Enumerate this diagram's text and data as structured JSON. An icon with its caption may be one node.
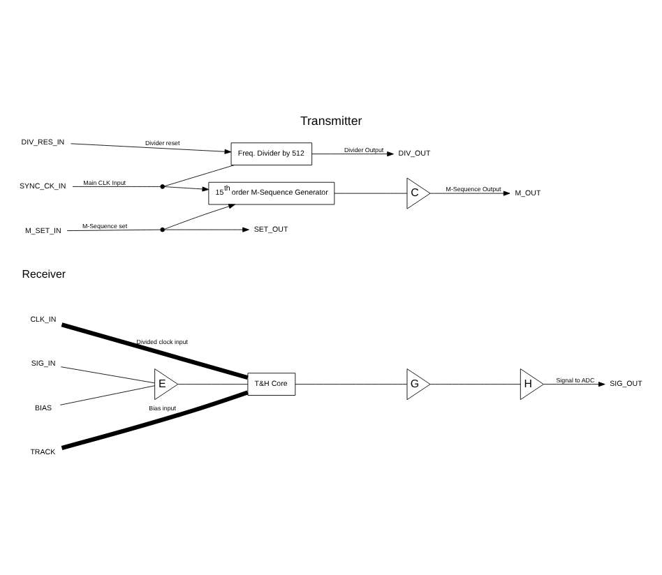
{
  "diagram": {
    "title": "Transmitter",
    "nodes": [
      {
        "text": [
          "DIV_RES_IN"
        ]
      },
      {
        "text": [
          "SYNC_CK_IN"
        ]
      },
      {
        "text": [
          "Freq. Divider by 512"
        ]
      },
      {
        "text": [
          "DIV_OUT"
        ]
      },
      {
        "text": [],
        "shape": "circle"
      },
      {
        "text": [
          "M_SET_IN"
        ]
      },
      {
        "text": [],
        "shape": "circle"
      },
      {
        "text": [
          "SET_OUT"
        ]
      },
      {
        "text": [
          "15$^{th}$ order M-Sequence Generator"
        ]
      },
      {
        "text": [
          "C"
        ]
      },
      {
        "text": [
          "M_OUT"
        ]
      },
      {
        "text": [
          "CLK_IN"
        ]
      },
      {
        "text": [
          "SIG_IN"
        ]
      },
      {
        "text": [
          "BIAS"
        ]
      },
      {
        "text": [
          "TRACK"
        ]
      },
      {
        "text": [
          "E"
        ]
      },
      {
        "text": [
          "T&H Core"
        ]
      },
      {
        "text": [
          "G"
        ]
      },
      {
        "text": [
          "H"
        ]
      },
      {
        "text": [
          "SIG_OUT"
        ]
      }
    ],
    "edges": [
      {
        "from": 0,
        "to": 2,
        "arrow": "to",
        "label": "Divider reset"
      },
      {
        "from": 1,
        "to": 4,
        "arrow": "none",
        "label": "Main CLK Input"
      },
      {
        "from": 4,
        "to": 2,
        "arrow": "none"
      },
      {
        "from": 2,
        "to": 3,
        "arrow": "to",
        "label": "Divider Output"
      },
      {
        "from": 4,
        "to": 8,
        "arrow": "to"
      },
      {
        "from": 5,
        "to": 6,
        "arrow": "none",
        "label": "M-Sequence set"
      },
      {
        "from": 6,
        "to": 7,
        "arrow": "to"
      },
      {
        "from": 6,
        "to": 8,
        "arrow": "to"
      },
      {
        "from": 8,
        "to": 9,
        "arrow": "none"
      },
      {
        "from": 9,
        "to": 10,
        "arrow": "to",
        "label": "M-Sequence Output"
      },
      {
        "from": 11,
        "to": 16,
        "arrow": "none",
        "style": "thick",
        "label": "Divided clock input"
      },
      {
        "from": 12,
        "to": 15,
        "arrow": "none"
      },
      {
        "from": 13,
        "to": 15,
        "arrow": "none"
      },
      {
        "from": 14,
        "to": 16,
        "arrow": "none",
        "style": "thick",
        "label": "Bias input"
      },
      {
        "from": 15,
        "to": 16,
        "arrow": "none"
      },
      {
        "from": 16,
        "to": 17,
        "arrow": "none"
      },
      {
        "from": 17,
        "to": 18,
        "arrow": "none"
      },
      {
        "from": 18,
        "to": 19,
        "arrow": "to",
        "label": "Signal to ADC"
      }
    ],
    "labels": [
      "Receiver"
    ]
  }
}
